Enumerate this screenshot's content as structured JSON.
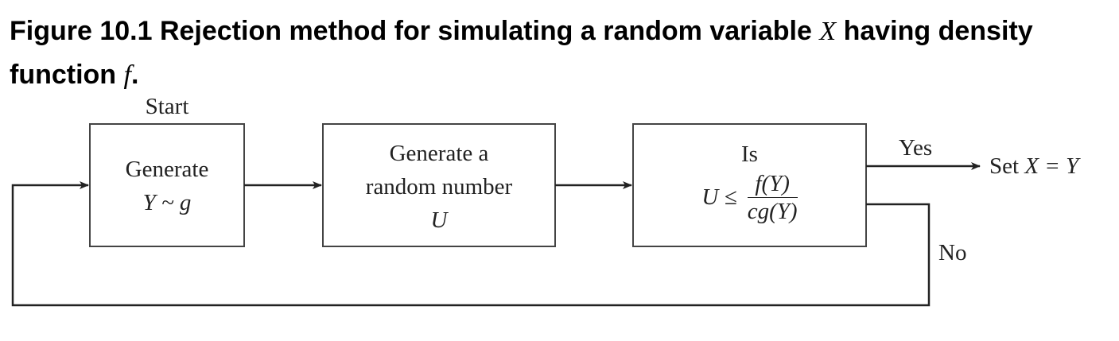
{
  "caption": {
    "prefix": "Figure 10.1 Rejection method for simulating a random variable ",
    "var_x": "X",
    "middle": " having density function ",
    "var_f": "f",
    "suffix": "."
  },
  "diagram": {
    "start_label": "Start",
    "box1": {
      "line1": "Generate",
      "line2": "Y ~ g"
    },
    "box2": {
      "line1": "Generate a",
      "line2": "random number",
      "line3": "U"
    },
    "box3": {
      "line1": "Is",
      "lhs": "U ≤",
      "numerator": "f(Y)",
      "denominator": "cg(Y)"
    },
    "yes_label": "Yes",
    "no_label": "No",
    "result": {
      "prefix": "Set ",
      "expr": "X = Y"
    }
  }
}
